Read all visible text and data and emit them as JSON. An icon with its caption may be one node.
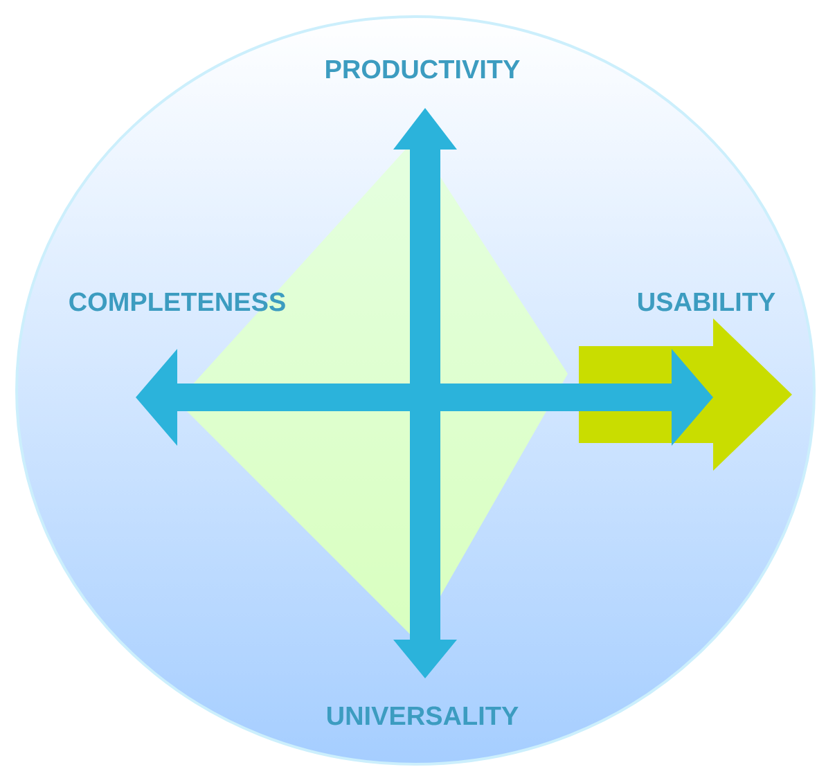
{
  "diagram": {
    "labels": [
      "PRODUCTIVITY",
      "COMPLETENESS",
      "USABILITY",
      "UNIVERSALITY"
    ]
  }
}
